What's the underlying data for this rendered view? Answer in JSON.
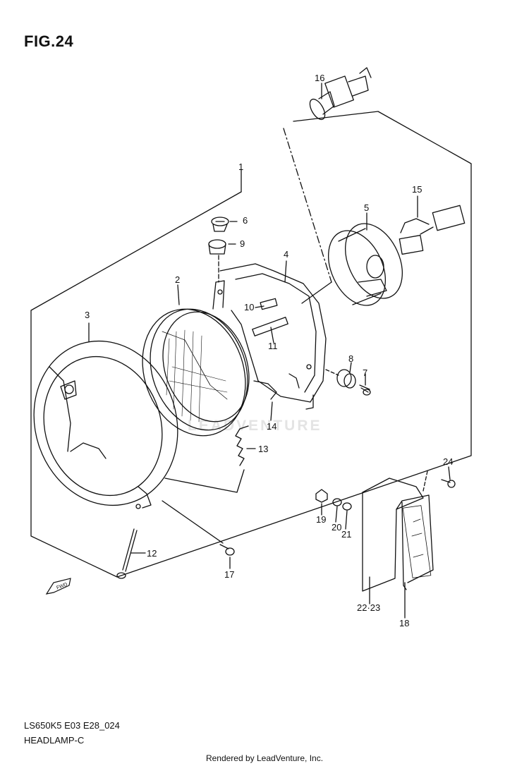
{
  "figure": {
    "title": "FIG.24",
    "model_code": "LS650K5 E03 E28_024",
    "section_name": "HEADLAMP-C",
    "rendered_by": "Rendered by LeadVenture, Inc.",
    "watermark": "LEADVENTURE",
    "direction_marker": "FWD"
  },
  "callouts": {
    "c1": "1",
    "c2": "2",
    "c3": "3",
    "c4": "4",
    "c5": "5",
    "c6": "6",
    "c7": "7",
    "c8": "8",
    "c9": "9",
    "c10": "10",
    "c11": "11",
    "c12": "12",
    "c13": "13",
    "c14": "14",
    "c15": "15",
    "c16": "16",
    "c17": "17",
    "c18": "18",
    "c19": "19",
    "c20": "20",
    "c21": "21",
    "c22_23": "22·23",
    "c24": "24"
  }
}
